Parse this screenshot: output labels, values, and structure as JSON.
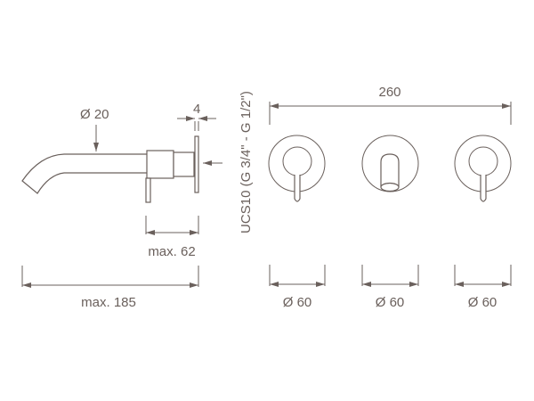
{
  "side_view": {
    "spout_diameter": "Ø 20",
    "plate_thickness": "4",
    "depth": "max. 62",
    "total_length": "max. 185",
    "connection": "UCS10 (G 3/4\" - G 1/2\")"
  },
  "front_view": {
    "total_width": "260",
    "rosettes": [
      {
        "type": "lever",
        "diameter": "Ø 60"
      },
      {
        "type": "spout",
        "diameter": "Ø 60"
      },
      {
        "type": "lever",
        "diameter": "Ø 60"
      }
    ]
  },
  "colors": {
    "line": "#6a605c",
    "background": "#ffffff"
  }
}
